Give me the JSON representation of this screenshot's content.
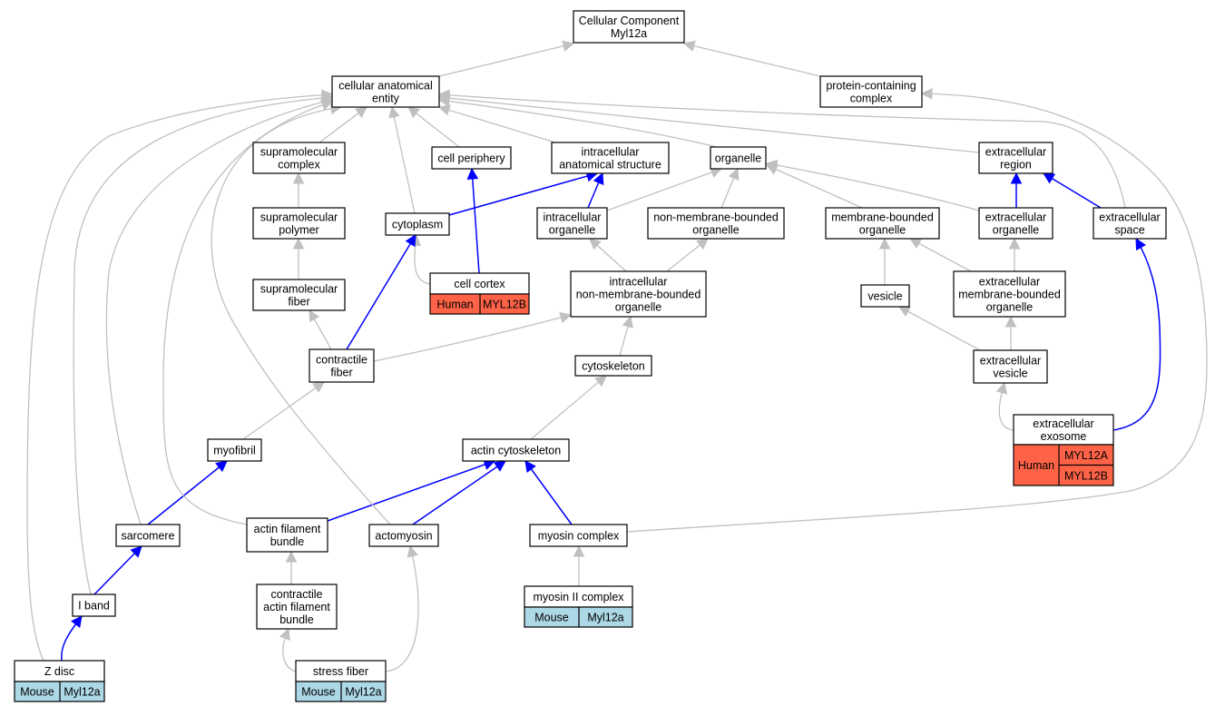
{
  "colors": {
    "mouse": "#add8e6",
    "human": "#ff6347",
    "is_a_edge": "#c0c0c0",
    "part_of_edge": "#0000ff"
  },
  "nodes": {
    "root": {
      "lines": [
        "Cellular Component",
        "Myl12a"
      ]
    },
    "cae": {
      "lines": [
        "cellular anatomical",
        "entity"
      ]
    },
    "pcc": {
      "lines": [
        "protein-containing",
        "complex"
      ]
    },
    "supcomplex": {
      "lines": [
        "supramolecular",
        "complex"
      ]
    },
    "cellper": {
      "lines": [
        "cell periphery"
      ]
    },
    "ias": {
      "lines": [
        "intracellular",
        "anatomical structure"
      ]
    },
    "organelle": {
      "lines": [
        "organelle"
      ]
    },
    "extreg": {
      "lines": [
        "extracellular",
        "region"
      ]
    },
    "suppoly": {
      "lines": [
        "supramolecular",
        "polymer"
      ]
    },
    "cytoplasm": {
      "lines": [
        "cytoplasm"
      ]
    },
    "icorg": {
      "lines": [
        "intracellular",
        "organelle"
      ]
    },
    "nmbo": {
      "lines": [
        "non-membrane-bounded",
        "organelle"
      ]
    },
    "mbo": {
      "lines": [
        "membrane-bounded",
        "organelle"
      ]
    },
    "extorg": {
      "lines": [
        "extracellular",
        "organelle"
      ]
    },
    "extspace": {
      "lines": [
        "extracellular",
        "space"
      ]
    },
    "supfiber": {
      "lines": [
        "supramolecular",
        "fiber"
      ]
    },
    "cellcortex": {
      "lines": [
        "cell cortex"
      ],
      "rows": [
        [
          "Human",
          "MYL12B"
        ]
      ],
      "species": "human"
    },
    "icnmbo": {
      "lines": [
        "intracellular",
        "non-membrane-bounded",
        "organelle"
      ]
    },
    "vesicle": {
      "lines": [
        "vesicle"
      ]
    },
    "extmbo": {
      "lines": [
        "extracellular",
        "membrane-bounded",
        "organelle"
      ]
    },
    "contrfiber": {
      "lines": [
        "contractile",
        "fiber"
      ]
    },
    "cytoskeleton": {
      "lines": [
        "cytoskeleton"
      ]
    },
    "extves": {
      "lines": [
        "extracellular",
        "vesicle"
      ]
    },
    "exosome": {
      "lines": [
        "extracellular",
        "exosome"
      ],
      "species_label": "Human",
      "genes": [
        "MYL12A",
        "MYL12B"
      ],
      "species": "human"
    },
    "myofibril": {
      "lines": [
        "myofibril"
      ]
    },
    "actincyto": {
      "lines": [
        "actin cytoskeleton"
      ]
    },
    "sarcomere": {
      "lines": [
        "sarcomere"
      ]
    },
    "afb": {
      "lines": [
        "actin filament",
        "bundle"
      ]
    },
    "actomyosin": {
      "lines": [
        "actomyosin"
      ]
    },
    "myosincomplex": {
      "lines": [
        "myosin complex"
      ]
    },
    "iband": {
      "lines": [
        "I band"
      ]
    },
    "cafb": {
      "lines": [
        "contractile",
        "actin filament",
        "bundle"
      ]
    },
    "myosin2": {
      "lines": [
        "myosin II complex"
      ],
      "rows": [
        [
          "Mouse",
          "Myl12a"
        ]
      ],
      "species": "mouse"
    },
    "zdisc": {
      "lines": [
        "Z disc"
      ],
      "rows": [
        [
          "Mouse",
          "Myl12a"
        ]
      ],
      "species": "mouse"
    },
    "stressfiber": {
      "lines": [
        "stress fiber"
      ],
      "rows": [
        [
          "Mouse",
          "Myl12a"
        ]
      ],
      "species": "mouse"
    }
  },
  "edges": [
    {
      "from": "cae",
      "to": "root",
      "type": "is_a"
    },
    {
      "from": "pcc",
      "to": "root",
      "type": "is_a"
    },
    {
      "from": "supcomplex",
      "to": "cae",
      "type": "is_a"
    },
    {
      "from": "cellper",
      "to": "cae",
      "type": "is_a"
    },
    {
      "from": "ias",
      "to": "cae",
      "type": "is_a"
    },
    {
      "from": "organelle",
      "to": "cae",
      "type": "is_a"
    },
    {
      "from": "extreg",
      "to": "cae",
      "type": "is_a"
    },
    {
      "from": "cytoplasm",
      "to": "cae",
      "type": "is_a"
    },
    {
      "from": "extspace",
      "to": "cae",
      "type": "is_a"
    },
    {
      "from": "suppoly",
      "to": "supcomplex",
      "type": "is_a"
    },
    {
      "from": "supfiber",
      "to": "suppoly",
      "type": "is_a"
    },
    {
      "from": "contrfiber",
      "to": "supfiber",
      "type": "is_a"
    },
    {
      "from": "cytoplasm",
      "to": "ias",
      "type": "part_of"
    },
    {
      "from": "icorg",
      "to": "ias",
      "type": "part_of"
    },
    {
      "from": "icorg",
      "to": "organelle",
      "type": "is_a"
    },
    {
      "from": "nmbo",
      "to": "organelle",
      "type": "is_a"
    },
    {
      "from": "mbo",
      "to": "organelle",
      "type": "is_a"
    },
    {
      "from": "extorg",
      "to": "organelle",
      "type": "is_a"
    },
    {
      "from": "extorg",
      "to": "extreg",
      "type": "part_of"
    },
    {
      "from": "extspace",
      "to": "extreg",
      "type": "part_of"
    },
    {
      "from": "cellcortex",
      "to": "cytoplasm",
      "type": "is_a"
    },
    {
      "from": "cellcortex",
      "to": "cellper",
      "type": "part_of"
    },
    {
      "from": "icnmbo",
      "to": "icorg",
      "type": "is_a"
    },
    {
      "from": "icnmbo",
      "to": "nmbo",
      "type": "is_a"
    },
    {
      "from": "vesicle",
      "to": "mbo",
      "type": "is_a"
    },
    {
      "from": "extmbo",
      "to": "mbo",
      "type": "is_a"
    },
    {
      "from": "extmbo",
      "to": "extorg",
      "type": "is_a"
    },
    {
      "from": "contrfiber",
      "to": "icnmbo",
      "type": "is_a"
    },
    {
      "from": "contrfiber",
      "to": "cytoplasm",
      "type": "part_of"
    },
    {
      "from": "cytoskeleton",
      "to": "icnmbo",
      "type": "is_a"
    },
    {
      "from": "extves",
      "to": "vesicle",
      "type": "is_a"
    },
    {
      "from": "extves",
      "to": "extmbo",
      "type": "is_a"
    },
    {
      "from": "exosome",
      "to": "extves",
      "type": "is_a"
    },
    {
      "from": "exosome",
      "to": "extspace",
      "type": "part_of"
    },
    {
      "from": "myofibril",
      "to": "contrfiber",
      "type": "is_a"
    },
    {
      "from": "actincyto",
      "to": "cytoskeleton",
      "type": "is_a"
    },
    {
      "from": "sarcomere",
      "to": "myofibril",
      "type": "part_of"
    },
    {
      "from": "sarcomere",
      "to": "cae",
      "type": "is_a"
    },
    {
      "from": "afb",
      "to": "actincyto",
      "type": "part_of"
    },
    {
      "from": "afb",
      "to": "cae",
      "type": "is_a"
    },
    {
      "from": "actomyosin",
      "to": "actincyto",
      "type": "part_of"
    },
    {
      "from": "actomyosin",
      "to": "cae",
      "type": "is_a"
    },
    {
      "from": "myosincomplex",
      "to": "actincyto",
      "type": "part_of"
    },
    {
      "from": "myosincomplex",
      "to": "pcc",
      "type": "is_a"
    },
    {
      "from": "iband",
      "to": "sarcomere",
      "type": "part_of"
    },
    {
      "from": "iband",
      "to": "cae",
      "type": "is_a"
    },
    {
      "from": "cafb",
      "to": "afb",
      "type": "is_a"
    },
    {
      "from": "myosin2",
      "to": "myosincomplex",
      "type": "is_a"
    },
    {
      "from": "zdisc",
      "to": "iband",
      "type": "part_of"
    },
    {
      "from": "zdisc",
      "to": "cae",
      "type": "is_a"
    },
    {
      "from": "stressfiber",
      "to": "cafb",
      "type": "is_a"
    },
    {
      "from": "stressfiber",
      "to": "actomyosin",
      "type": "is_a"
    }
  ]
}
